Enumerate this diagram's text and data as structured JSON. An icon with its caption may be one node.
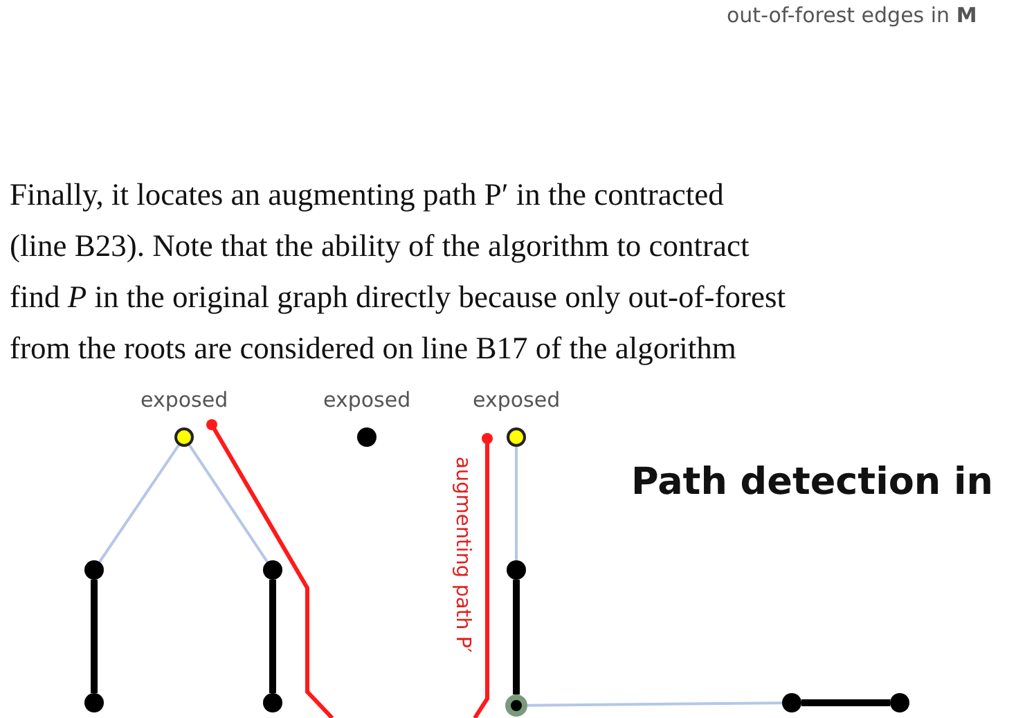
{
  "diagram": {
    "nodes": [
      {
        "text": [],
        "shape": "circle",
        "beside": [
          "exposed"
        ]
      },
      {
        "text": [],
        "shape": "circle",
        "beside": [
          "exposed"
        ]
      },
      {
        "text": [],
        "shape": "circle",
        "beside": [
          "exposed"
        ]
      },
      {
        "text": [],
        "shape": "circle"
      },
      {
        "text": [],
        "shape": "circle"
      },
      {
        "text": [],
        "shape": "circle"
      },
      {
        "text": [],
        "shape": "circle"
      },
      {
        "text": [],
        "shape": "circle"
      },
      {
        "text": [],
        "shape": "circle"
      },
      {
        "text": [],
        "shape": "circle"
      },
      {
        "text": [],
        "shape": "circle"
      }
    ],
    "edges": [
      {
        "from": 0,
        "to": 3,
        "arrow": "none",
        "color": "#b4c7e7"
      },
      {
        "from": 0,
        "to": 4,
        "arrow": "none",
        "color": "#b4c7e7"
      },
      {
        "from": 3,
        "to": 6,
        "arrow": "none",
        "style": "thick",
        "color": "#000000"
      },
      {
        "from": 4,
        "to": 7,
        "arrow": "none",
        "style": "thick",
        "color": "#000000"
      },
      {
        "from": 2,
        "to": 5,
        "arrow": "none",
        "color": "#b4c7e7"
      },
      {
        "from": 5,
        "to": 8,
        "arrow": "none",
        "style": "thick",
        "color": "#000000"
      },
      {
        "from": 8,
        "to": 9,
        "arrow": "none",
        "color": "#b4c7e7"
      },
      {
        "from": 9,
        "to": 10,
        "arrow": "none",
        "style": "thick",
        "color": "#000000"
      }
    ],
    "labels": [
      "out-of-forest edges in **M**",
      "Finally, it locates an augmenting path P′ in the contracted",
      "(line B23). Note that the ability of the algorithm to contract",
      "find *P* in the original graph directly because only out-of-forest",
      "from the roots are considered on line B17 of the algorithm",
      "augmenting path P′",
      "Path detection in"
    ]
  }
}
